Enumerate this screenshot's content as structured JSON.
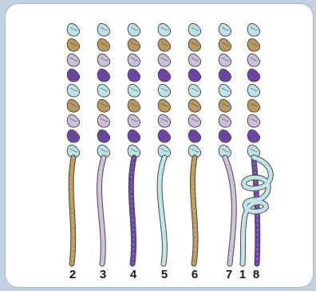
{
  "strand_labels": [
    "2",
    "3",
    "4",
    "5",
    "6",
    "7",
    "1",
    "8"
  ],
  "colors": {
    "tan": "#b99a5c",
    "lavender": "#cbbfd8",
    "purple": "#6b45a8",
    "aqua": "#bde3e6",
    "outline": "#4d4d4d"
  },
  "knot_color_pattern": [
    "aqua",
    "tan",
    "lavender",
    "purple",
    "aqua",
    "tan",
    "lavender",
    "purple",
    "aqua"
  ],
  "strands": [
    {
      "label": "2",
      "color": "tan"
    },
    {
      "label": "3",
      "color": "lavender"
    },
    {
      "label": "4",
      "color": "purple"
    },
    {
      "label": "5",
      "color": "aqua"
    },
    {
      "label": "6",
      "color": "tan"
    },
    {
      "label": "7",
      "color": "lavender"
    },
    {
      "label": "1",
      "color": "aqua"
    },
    {
      "label": "8",
      "color": "purple"
    }
  ]
}
